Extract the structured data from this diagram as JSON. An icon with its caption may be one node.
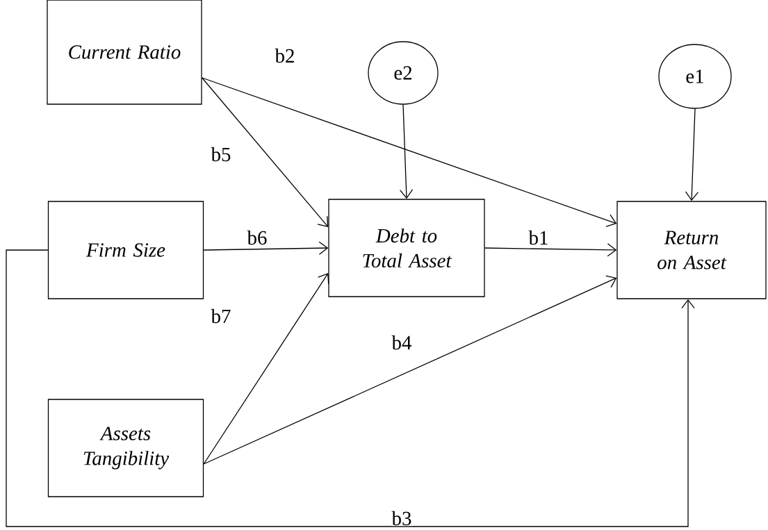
{
  "diagram": {
    "nodes": [
      {
        "text": [
          "Current Ratio"
        ]
      },
      {
        "text": [
          "Firm Size"
        ]
      },
      {
        "text": [
          "Assets Tangibility"
        ]
      },
      {
        "text": [
          "Debt to Total Asset"
        ]
      },
      {
        "text": [
          "Return on Asset"
        ]
      },
      {
        "text": [
          "e2"
        ]
      },
      {
        "text": [
          "e1"
        ]
      }
    ],
    "edges": [
      {
        "from": 0,
        "to": 4,
        "arrow": "to",
        "label": "b2"
      },
      {
        "from": 0,
        "to": 3,
        "arrow": "to",
        "label": "b5"
      },
      {
        "from": 5,
        "to": 3,
        "arrow": "to"
      },
      {
        "from": 6,
        "to": 4,
        "arrow": "to"
      },
      {
        "from": 1,
        "to": 3,
        "arrow": "to",
        "label": "b6"
      },
      {
        "from": 3,
        "to": 4,
        "arrow": "to",
        "label": "b1"
      },
      {
        "from": 2,
        "to": 3,
        "arrow": "to",
        "label": "b7"
      },
      {
        "from": 2,
        "to": 4,
        "arrow": "to",
        "label": "b4"
      },
      {
        "from": 1,
        "to": 4,
        "arrow": "to",
        "label": "b3"
      }
    ]
  }
}
